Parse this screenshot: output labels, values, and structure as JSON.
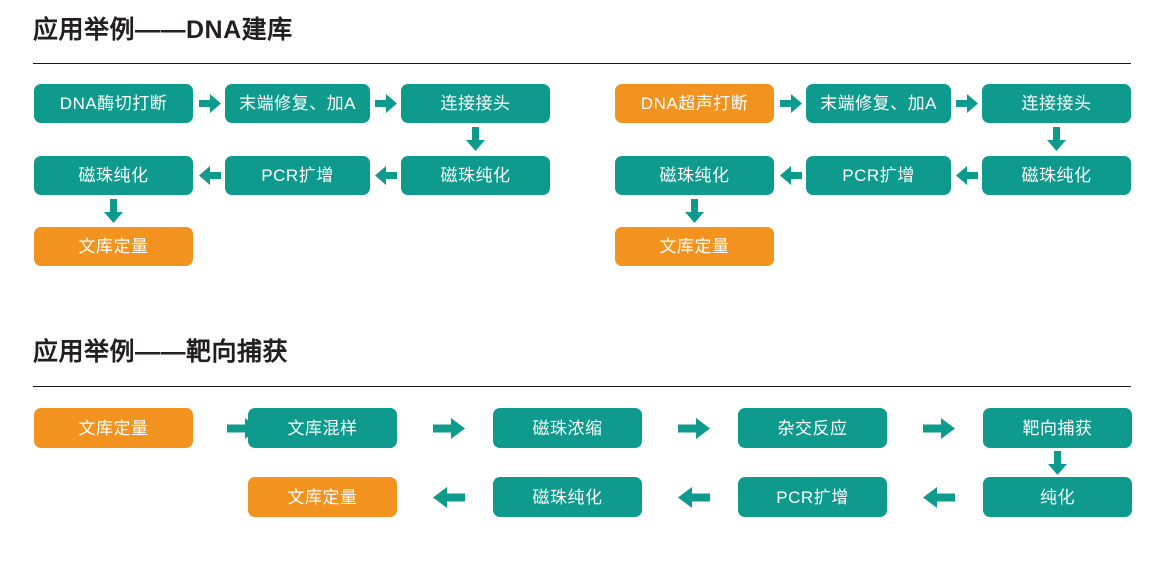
{
  "page": {
    "background": "#ffffff",
    "teal": "#0e9b8e",
    "orange": "#f2921f",
    "text_color": "#231f20",
    "rule_color": "#1a1a1a"
  },
  "sections": [
    {
      "id": "dna-library-prep",
      "title": "应用举例——DNA建库",
      "diagrams": [
        {
          "id": "enzymatic-workflow",
          "steps": [
            {
              "label": "DNA酶切打断",
              "color": "teal"
            },
            {
              "label": "末端修复、加A",
              "color": "teal"
            },
            {
              "label": "连接接头",
              "color": "teal"
            },
            {
              "label": "磁珠纯化",
              "color": "teal"
            },
            {
              "label": "PCR扩增",
              "color": "teal"
            },
            {
              "label": "磁珠纯化",
              "color": "teal"
            },
            {
              "label": "文库定量",
              "color": "orange"
            }
          ]
        },
        {
          "id": "sonication-workflow",
          "steps": [
            {
              "label": "DNA超声打断",
              "color": "orange"
            },
            {
              "label": "末端修复、加A",
              "color": "teal"
            },
            {
              "label": "连接接头",
              "color": "teal"
            },
            {
              "label": "磁珠纯化",
              "color": "teal"
            },
            {
              "label": "PCR扩增",
              "color": "teal"
            },
            {
              "label": "磁珠纯化",
              "color": "teal"
            },
            {
              "label": "文库定量",
              "color": "orange"
            }
          ]
        }
      ]
    },
    {
      "id": "target-capture",
      "title": "应用举例——靶向捕获",
      "diagrams": [
        {
          "id": "capture-workflow",
          "steps": [
            {
              "label": "文库定量",
              "color": "orange"
            },
            {
              "label": "文库混样",
              "color": "teal"
            },
            {
              "label": "磁珠浓缩",
              "color": "teal"
            },
            {
              "label": "杂交反应",
              "color": "teal"
            },
            {
              "label": "靶向捕获",
              "color": "teal"
            },
            {
              "label": "纯化",
              "color": "teal"
            },
            {
              "label": "PCR扩增",
              "color": "teal"
            },
            {
              "label": "磁珠纯化",
              "color": "teal"
            },
            {
              "label": "文库定量",
              "color": "orange"
            }
          ]
        }
      ]
    }
  ],
  "arrows": {
    "right": "arrow-right",
    "left": "arrow-left",
    "down": "arrow-down"
  }
}
